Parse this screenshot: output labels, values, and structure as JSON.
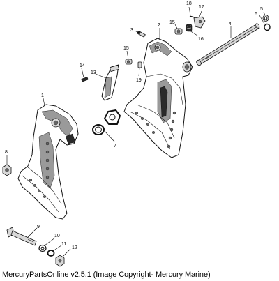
{
  "caption": "MercuryPartsOnline v2.5.1 (Image Copyright- Mercury Marine)",
  "callouts": [
    {
      "id": "c1",
      "label": "1"
    },
    {
      "id": "c2",
      "label": "2"
    },
    {
      "id": "c3",
      "label": "3"
    },
    {
      "id": "c4",
      "label": "4"
    },
    {
      "id": "c5",
      "label": "5"
    },
    {
      "id": "c6",
      "label": "6"
    },
    {
      "id": "c7",
      "label": "7"
    },
    {
      "id": "c8",
      "label": "8"
    },
    {
      "id": "c9",
      "label": "9"
    },
    {
      "id": "c10",
      "label": "10"
    },
    {
      "id": "c11",
      "label": "11"
    },
    {
      "id": "c12",
      "label": "12"
    },
    {
      "id": "c13",
      "label": "13"
    },
    {
      "id": "c14",
      "label": "14"
    },
    {
      "id": "c15a",
      "label": "15"
    },
    {
      "id": "c15b",
      "label": "15"
    },
    {
      "id": "c16",
      "label": "16"
    },
    {
      "id": "c17",
      "label": "17"
    },
    {
      "id": "c18",
      "label": "18"
    },
    {
      "id": "c19",
      "label": "19"
    }
  ]
}
